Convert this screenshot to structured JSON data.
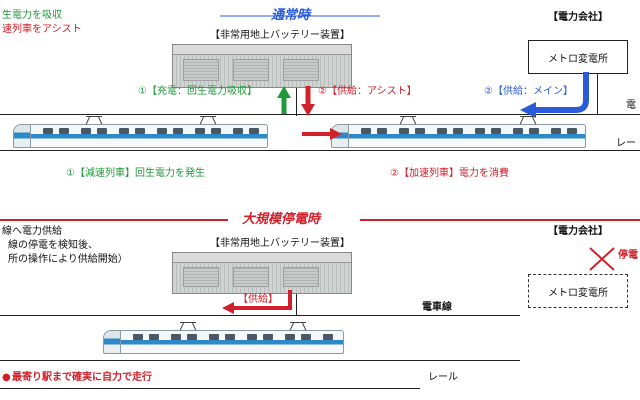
{
  "top": {
    "title": "通常時",
    "legend_green": "生電力を吸収",
    "legend_red": "速列車をアシスト",
    "battery_label": "【非常用地上バッテリー装置】",
    "power_company": "【電力会社】",
    "substation": "メトロ変電所",
    "charge_label": "①【充電：回生電力吸収】",
    "assist_label": "②【供給：アシスト】",
    "main_supply_label": "②【供給：メイン】",
    "overhead_partial": "電",
    "rail_partial": "レー",
    "decel_label": "①【減速列車】回生電力を発生",
    "accel_label": "②【加速列車】電力を消費"
  },
  "bottom": {
    "title": "大規模停電時",
    "note_line1": "線へ電力供給",
    "note_line2": "線の停電を検知後、",
    "note_line3": "所の操作により供給開始）",
    "battery_label": "【非常用地上バッテリー装置】",
    "power_company": "【電力会社】",
    "outage_partial": "停電",
    "substation": "メトロ変電所",
    "supply_label": "【供給】",
    "overhead_label": "電車線",
    "rail_label": "レール",
    "footer": "最寄り駅まで確実に自力で走行"
  },
  "colors": {
    "green": "#1f9a3a",
    "red": "#d0202a",
    "blue": "#2a5bd8"
  }
}
